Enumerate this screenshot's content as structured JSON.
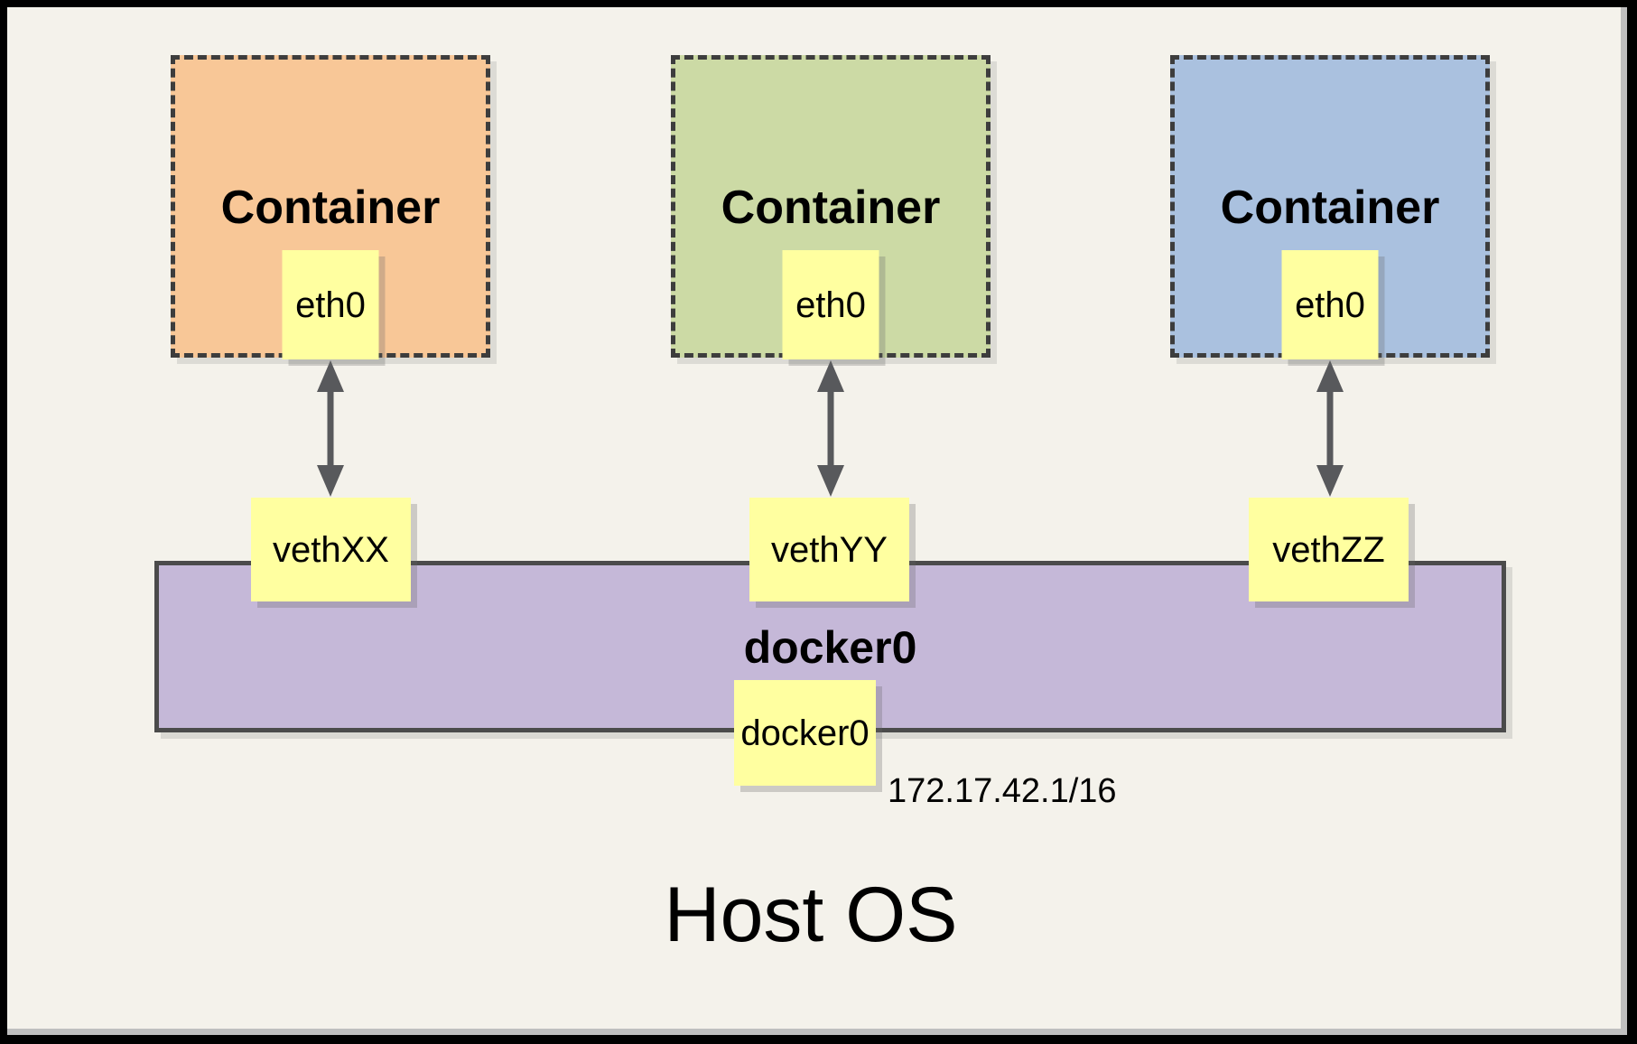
{
  "frame": {
    "page_background": "#F4F2EB",
    "frame_color": "#000000",
    "inner_shadow_color": "#BFBFBF"
  },
  "containers": [
    {
      "label": "Container",
      "eth_label": "eth0",
      "veth_label": "vethXX",
      "fill": "#F8C797"
    },
    {
      "label": "Container",
      "eth_label": "eth0",
      "veth_label": "vethYY",
      "fill": "#CCDAA5"
    },
    {
      "label": "Container",
      "eth_label": "eth0",
      "veth_label": "vethZZ",
      "fill": "#AAC1DF"
    }
  ],
  "bridge": {
    "title": "docker0",
    "box_label": "docker0",
    "ip_label": "172.17.42.1/16",
    "fill": "#C5B8D8"
  },
  "host": {
    "label": "Host OS"
  },
  "styles": {
    "note_fill": "#FFFFA0",
    "arrow_color": "#58595C",
    "dashed_border_color": "#3D3D3D"
  }
}
